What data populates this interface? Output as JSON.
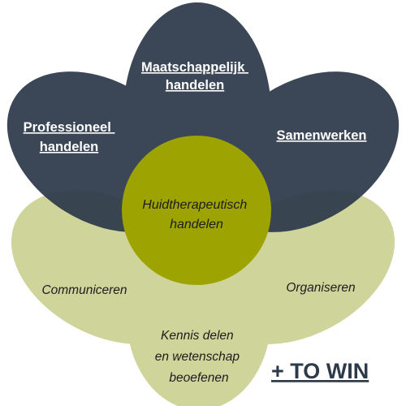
{
  "center": {
    "line1": "Huidtherapeutisch",
    "line2": "handelen"
  },
  "petals": {
    "maatschappelijk": {
      "line1": "Maatschappelijk",
      "line2": "handelen"
    },
    "professioneel": {
      "line1": "Professioneel",
      "line2": "handelen"
    },
    "samenwerken": {
      "line1": "Samenwerken"
    },
    "communiceren": {
      "line1": "Communiceren"
    },
    "organiseren": {
      "line1": "Organiseren"
    },
    "kennis": {
      "line1": "Kennis delen",
      "line2": "en wetenschap",
      "line3": "beoefenen"
    }
  },
  "badge": {
    "label": "+ TO WIN"
  },
  "colors": {
    "dark_petal": "#2d3a4a",
    "light_petal": "#c8cf8c",
    "center": "#9da300",
    "text_dark": "#1d1d1d",
    "text_light": "#ffffff"
  }
}
